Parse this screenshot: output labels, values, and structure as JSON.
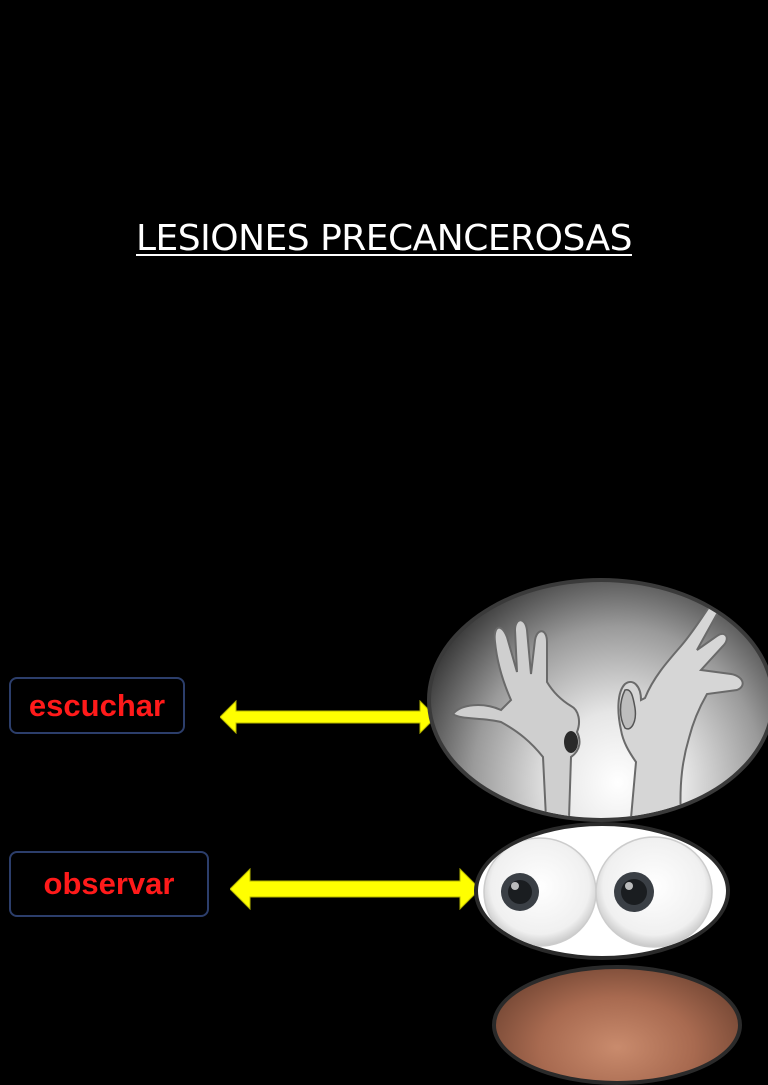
{
  "slide": {
    "title": "LESIONES PRECANCEROSAS",
    "background_color": "#000000"
  },
  "items": [
    {
      "label": "escuchar",
      "label_color": "#ff1a1a",
      "arrow_color": "#ffff00",
      "image": "hands-mouth-ear-illustration"
    },
    {
      "label": "observar",
      "label_color": "#ff1a1a",
      "arrow_color": "#ffff00",
      "image": "googly-eyes-illustration"
    }
  ],
  "partial_image": "open-mouth-illustration"
}
